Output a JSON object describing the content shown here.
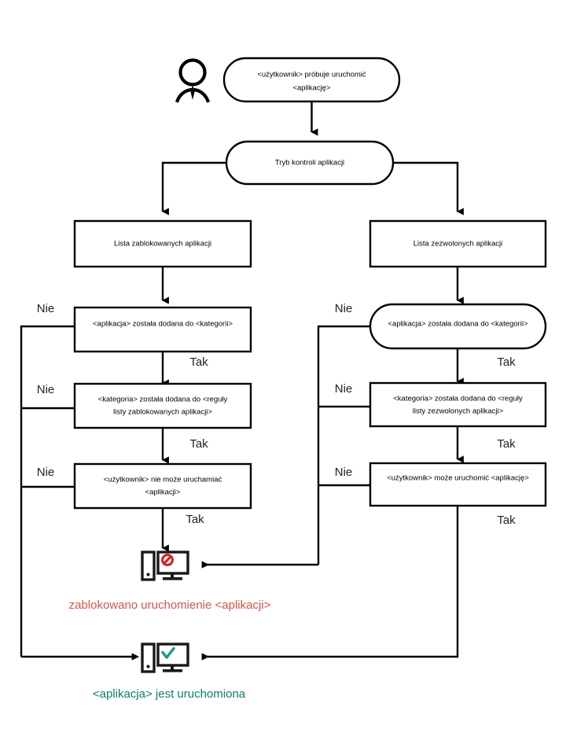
{
  "diagram": {
    "title_present": false,
    "language": "pl",
    "type": "flowchart",
    "colors": {
      "stroke": "#000000",
      "text": "#000000",
      "blocked_text": "#d4564a",
      "allowed_text": "#0e7c6b",
      "icon_dark": "#1a1a1a",
      "background": "#ffffff"
    },
    "actor": {
      "name": "user-actor-icon",
      "label": ""
    },
    "nodes": [
      {
        "id": "start",
        "shape": "stadium",
        "lines": [
          "<użytkownik> próbuje uruchomić",
          "<aplikację>"
        ]
      },
      {
        "id": "mode",
        "shape": "stadium",
        "lines": [
          "Tryb kontroli aplikacji"
        ]
      },
      {
        "id": "denylist",
        "shape": "rect",
        "lines": [
          "Lista zablokowanych aplikacji"
        ]
      },
      {
        "id": "allowlist",
        "shape": "rect",
        "lines": [
          "Lista zezwolonych aplikacji"
        ]
      },
      {
        "id": "deny-app-in-category",
        "shape": "rect",
        "lines": [
          "<aplikacja>  została dodana do <kategorii>"
        ]
      },
      {
        "id": "allow-app-in-category",
        "shape": "stadium",
        "lines": [
          "<aplikacja>  została dodana do <kategorii>"
        ]
      },
      {
        "id": "deny-category-in-rule",
        "shape": "rect",
        "lines": [
          "<kategoria> została dodana do <reguły",
          "listy zablokowanych aplikacji>"
        ]
      },
      {
        "id": "allow-category-in-rule",
        "shape": "rect",
        "lines": [
          "<kategoria> została dodana do <reguły",
          "listy zezwolonych aplikacji>"
        ]
      },
      {
        "id": "deny-user-cannot-run",
        "shape": "rect",
        "lines": [
          "<użytkownik> nie może uruchamiać",
          "<aplikacji>"
        ]
      },
      {
        "id": "allow-user-can-run",
        "shape": "rect",
        "lines": [
          "<użytkownik> może uruchomić <aplikację>"
        ]
      }
    ],
    "edge_labels": {
      "yes": "Tak",
      "no": "Nie",
      "left_yes_1": "Tak",
      "left_yes_2": "Tak",
      "left_yes_3": "Tak",
      "right_yes_1": "Tak",
      "right_yes_2": "Tak",
      "right_yes_3": "Tak",
      "left_no_1": "Nie",
      "left_no_2": "Nie",
      "left_no_3": "Nie",
      "right_no_1": "Nie",
      "right_no_2": "Nie",
      "right_no_3": "Nie"
    },
    "outcomes": [
      {
        "id": "blocked",
        "icon": "monitor-blocked-icon",
        "text": "zablokowano uruchomienie <aplikacji>",
        "color": "#d4564a"
      },
      {
        "id": "allowed",
        "icon": "monitor-allowed-icon",
        "text": "<aplikacja> jest uruchomiona",
        "color": "#0e7c6b"
      }
    ]
  }
}
